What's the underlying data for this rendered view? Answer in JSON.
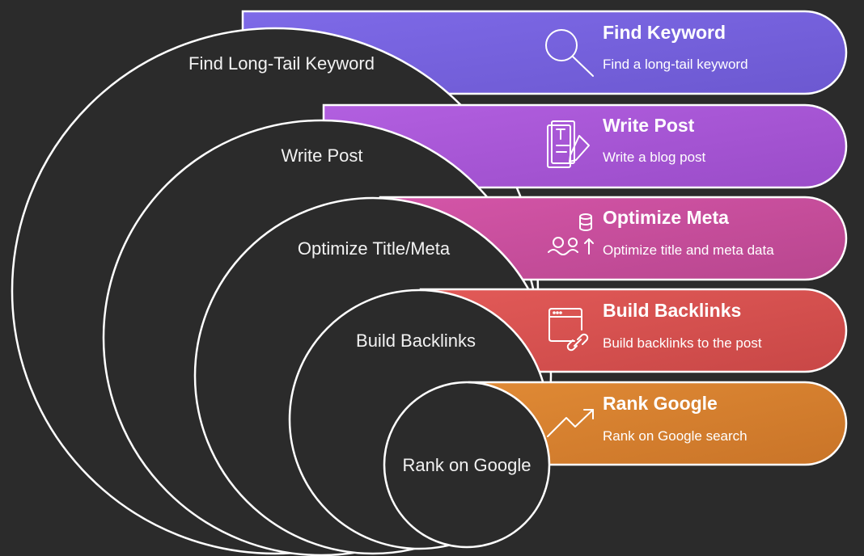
{
  "levels": [
    {
      "circle_label": "Find Long-Tail Keyword",
      "title": "Find Keyword",
      "description": "Find a long-tail keyword",
      "color": "#7a63e0",
      "icon": "search-icon"
    },
    {
      "circle_label": "Write Post",
      "title": "Write Post",
      "description": "Write a blog post",
      "color": "#a85ad8",
      "icon": "document-edit-icon"
    },
    {
      "circle_label": "Optimize Title/Meta",
      "title": "Optimize Meta",
      "description": "Optimize title and meta data",
      "color": "#c9509e",
      "icon": "database-optimize-icon"
    },
    {
      "circle_label": "Build Backlinks",
      "title": "Build Backlinks",
      "description": "Build backlinks to the post",
      "color": "#d95352",
      "icon": "browser-link-icon"
    },
    {
      "circle_label": "Rank on Google",
      "title": "Rank Google",
      "description": "Rank on Google search",
      "color": "#d9822f",
      "icon": "trending-up-icon"
    }
  ]
}
